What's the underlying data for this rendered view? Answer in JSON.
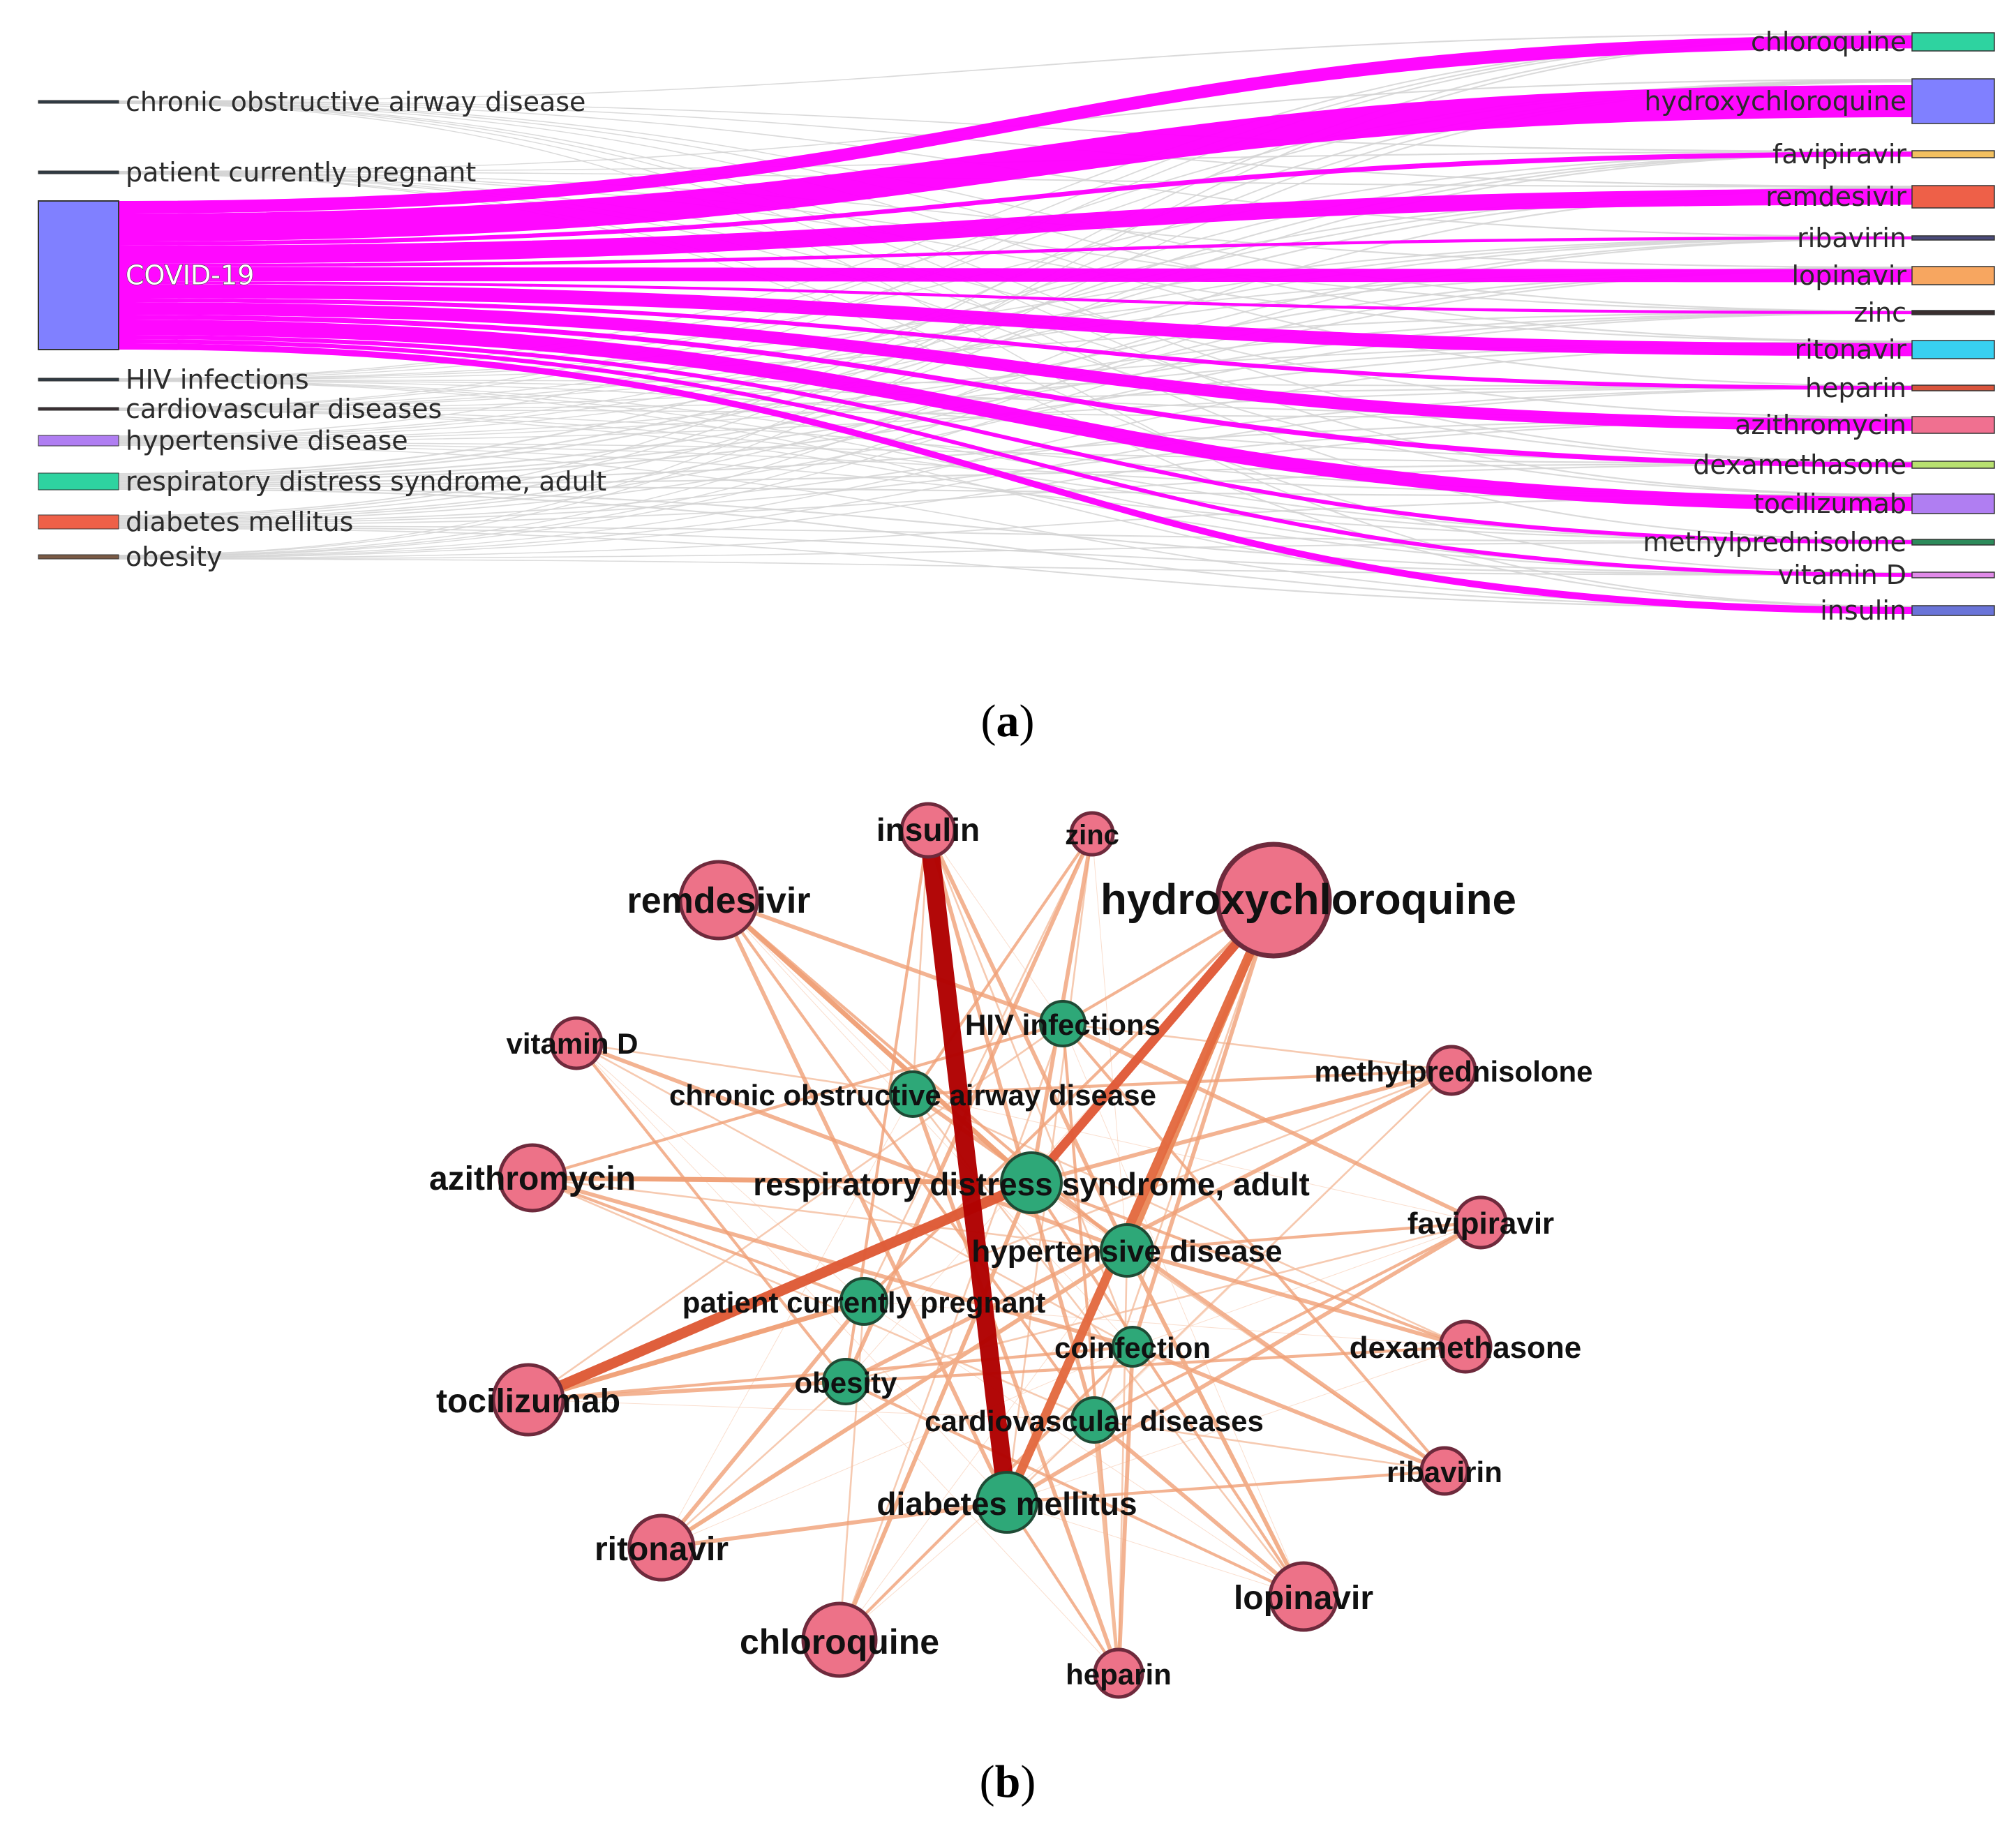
{
  "sankey": {
    "caption_letter": "a",
    "link_colors": {
      "covid": "#ff00ff",
      "other": "#d3d3d3"
    },
    "sources": [
      {
        "id": "copd",
        "label": "chronic obstructive airway disease",
        "color": "#2f3b44"
      },
      {
        "id": "preg",
        "label": "patient currently pregnant",
        "color": "#2f3b44"
      },
      {
        "id": "covid",
        "label": "COVID-19",
        "color": "#8080ff"
      },
      {
        "id": "hiv",
        "label": "HIV infections",
        "color": "#2f3b44"
      },
      {
        "id": "cvd",
        "label": "cardiovascular diseases",
        "color": "#3a2f33"
      },
      {
        "id": "htn",
        "label": "hypertensive disease",
        "color": "#b07ef2"
      },
      {
        "id": "ards",
        "label": "respiratory distress syndrome, adult",
        "color": "#2ed3a0"
      },
      {
        "id": "dm",
        "label": "diabetes mellitus",
        "color": "#ee6048"
      },
      {
        "id": "obes",
        "label": "obesity",
        "color": "#7a5a45"
      }
    ],
    "targets": [
      {
        "id": "chloroquine",
        "label": "chloroquine",
        "color": "#2ed3a0"
      },
      {
        "id": "hcq",
        "label": "hydroxychloroquine",
        "color": "#8080ff"
      },
      {
        "id": "favipiravir",
        "label": "favipiravir",
        "color": "#f2c060"
      },
      {
        "id": "remdesivir",
        "label": "remdesivir",
        "color": "#ee6048"
      },
      {
        "id": "ribavirin",
        "label": "ribavirin",
        "color": "#4a4a7a"
      },
      {
        "id": "lopinavir",
        "label": "lopinavir",
        "color": "#f7a660"
      },
      {
        "id": "zinc",
        "label": "zinc",
        "color": "#3a2f2f"
      },
      {
        "id": "ritonavir",
        "label": "ritonavir",
        "color": "#38d0f0"
      },
      {
        "id": "heparin",
        "label": "heparin",
        "color": "#d9543c"
      },
      {
        "id": "azithromycin",
        "label": "azithromycin",
        "color": "#f07090"
      },
      {
        "id": "dexamethasone",
        "label": "dexamethasone",
        "color": "#b8e070"
      },
      {
        "id": "tocilizumab",
        "label": "tocilizumab",
        "color": "#b07ef2"
      },
      {
        "id": "methylprednisolone",
        "label": "methylprednisolone",
        "color": "#2c8a5a"
      },
      {
        "id": "vitamind",
        "label": "vitamin D",
        "color": "#e08ae8"
      },
      {
        "id": "insulin",
        "label": "insulin",
        "color": "#6a74d8"
      }
    ]
  },
  "network": {
    "caption_letter": "b",
    "drug_color": "#ed7288",
    "disease_color": "#2ea878",
    "drugs": [
      {
        "id": "insulin",
        "label": "insulin"
      },
      {
        "id": "zinc",
        "label": "zinc"
      },
      {
        "id": "hcq",
        "label": "hydroxychloroquine"
      },
      {
        "id": "remdesivir",
        "label": "remdesivir"
      },
      {
        "id": "vitamind",
        "label": "vitamin D"
      },
      {
        "id": "methylpred",
        "label": "methylprednisolone"
      },
      {
        "id": "azithro",
        "label": "azithromycin"
      },
      {
        "id": "favipiravir",
        "label": "favipiravir"
      },
      {
        "id": "dexa",
        "label": "dexamethasone"
      },
      {
        "id": "tocilizumab",
        "label": "tocilizumab"
      },
      {
        "id": "ribavirin",
        "label": "ribavirin"
      },
      {
        "id": "ritonavir",
        "label": "ritonavir"
      },
      {
        "id": "lopinavir",
        "label": "lopinavir"
      },
      {
        "id": "chloroquine",
        "label": "chloroquine"
      },
      {
        "id": "heparin",
        "label": "heparin"
      }
    ],
    "diseases": [
      {
        "id": "hiv",
        "label": "HIV infections"
      },
      {
        "id": "copd",
        "label": "chronic obstructive airway disease"
      },
      {
        "id": "ards",
        "label": "respiratory distress syndrome, adult"
      },
      {
        "id": "htn",
        "label": "hypertensive disease"
      },
      {
        "id": "preg",
        "label": "patient currently pregnant"
      },
      {
        "id": "coinf",
        "label": "coinfection"
      },
      {
        "id": "obes",
        "label": "obesity"
      },
      {
        "id": "cvd",
        "label": "cardiovascular diseases"
      },
      {
        "id": "dm",
        "label": "diabetes mellitus"
      }
    ]
  }
}
